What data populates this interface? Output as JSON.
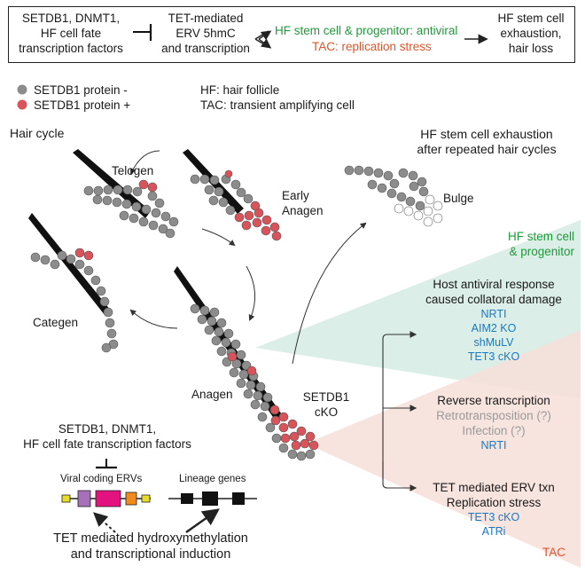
{
  "header": {
    "factors": [
      "SETDB1, DNMT1,",
      "HF cell fate",
      "transcription factors"
    ],
    "tet": [
      "TET-mediated",
      "ERV 5hmC",
      "and transcription"
    ],
    "hfsc_antiviral": "HF stem cell & progenitor: antiviral",
    "tac_stress": "TAC: replication stress",
    "outcome": [
      "HF stem cell",
      "exhaustion,",
      "hair loss"
    ]
  },
  "legend": {
    "neg": "SETDB1 protein -",
    "pos": "SETDB1 protein +",
    "hf": "HF: hair follicle",
    "tac": "TAC: transient amplifying cell"
  },
  "cycle": {
    "title": "Hair cycle",
    "telogen": "Telogen",
    "early_anagen": [
      "Early",
      "Anagen"
    ],
    "anagen": "Anagen",
    "categen": "Categen"
  },
  "exhaustion": {
    "title": [
      "HF stem cell exhaustion",
      "after repeated hair cycles"
    ],
    "bulge": "Bulge"
  },
  "cko": [
    "SETDB1",
    "cKO"
  ],
  "right": {
    "hfsc": [
      "HF stem cell",
      "& progenitor"
    ],
    "antiviral_title": [
      "Host antiviral response",
      "caused collatoral damage"
    ],
    "antiviral_items": [
      "NRTI",
      "AIM2 KO",
      "shMuLV",
      "TET3 cKO"
    ],
    "rt_title": "Reverse transcription",
    "rt_gray": [
      "Retrotransposition (?)",
      "Infection (?)"
    ],
    "rt_items": [
      "NRTI"
    ],
    "tet_title": [
      "TET mediated ERV txn",
      "Replication stress"
    ],
    "tet_items": [
      "TET3 cKO",
      "ATRi"
    ],
    "tac": "TAC"
  },
  "bottom": {
    "factors": [
      "SETDB1, DNMT1,",
      "HF cell fate transcription factors"
    ],
    "viral": "Viral coding ERVs",
    "lineage": "Lineage genes",
    "tet": [
      "TET mediated hydroxymethylation",
      "and transcriptional induction"
    ]
  },
  "colors": {
    "gray_cell": "#8c8c8c",
    "red_cell": "#d9535b",
    "green": "#1f9a3a",
    "orange": "#e2542a",
    "blue": "#1b78c4",
    "teal_band": "#dbeee7",
    "pink_band": "#f7dfd9",
    "erv_pink": "#e3127e",
    "erv_purple": "#a870b8",
    "erv_yellow": "#e8dc2a",
    "erv_orange": "#f08a1c"
  }
}
